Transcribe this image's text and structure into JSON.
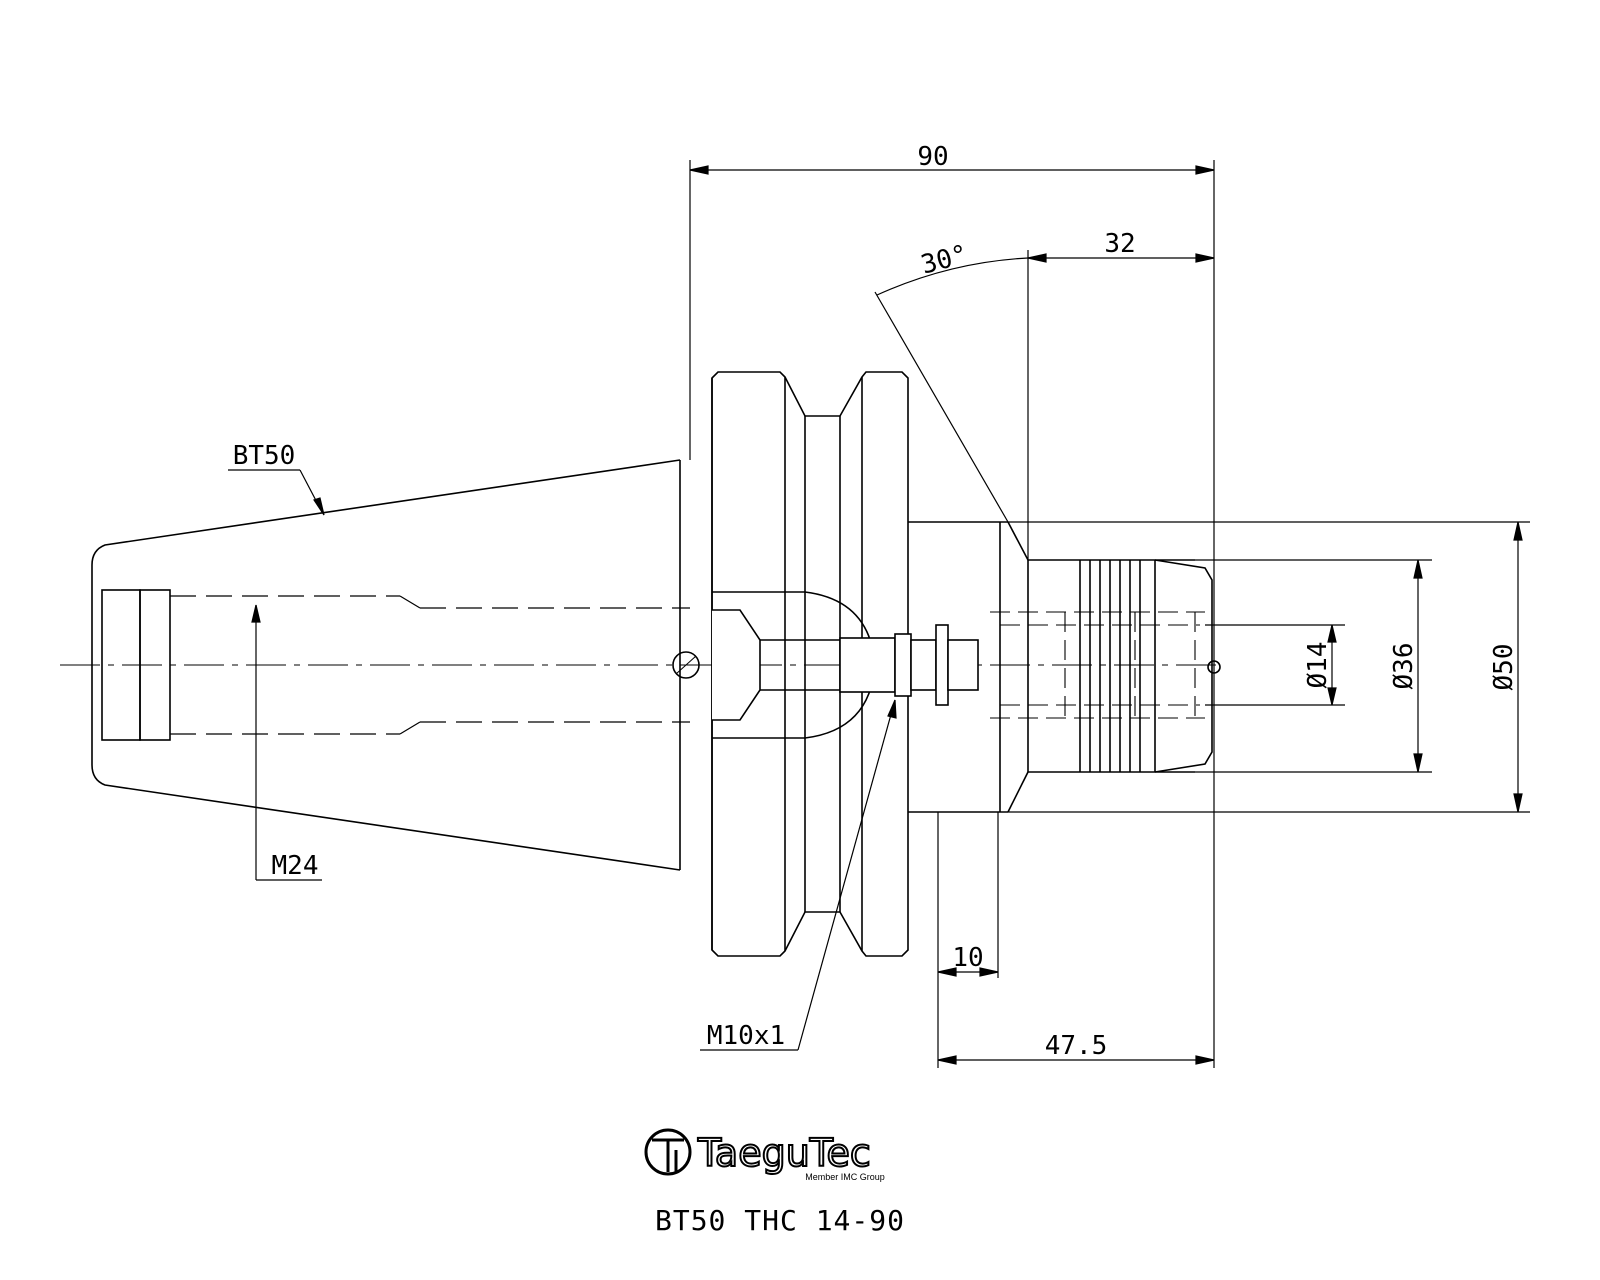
{
  "dimensions": {
    "overall_length": "90",
    "collet_length": "32",
    "chamfer_angle": "30°",
    "flange_offset": "10",
    "gauge_length": "47.5",
    "bore_diameter": "Ø14",
    "nut_diameter": "Ø36",
    "body_diameter": "Ø50"
  },
  "callouts": {
    "taper": "BT50",
    "retention_thread": "M24",
    "stop_screw_thread": "M10x1"
  },
  "logo": {
    "brand": "TaeguTec",
    "tagline": "Member IMC Group"
  },
  "caption": "BT50 THC 14-90"
}
